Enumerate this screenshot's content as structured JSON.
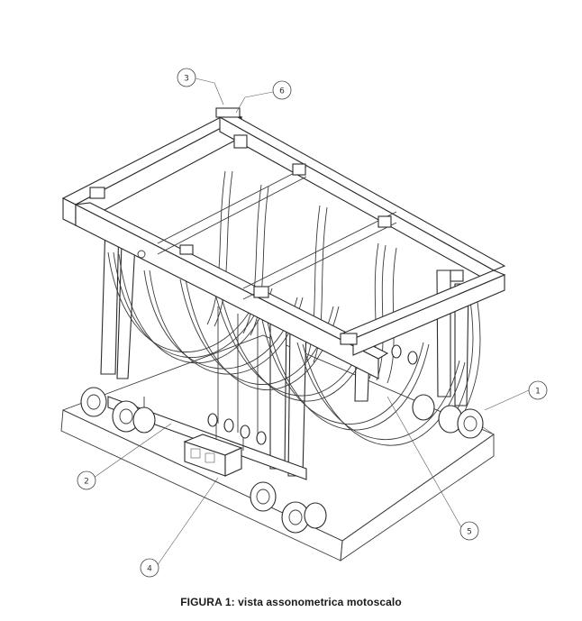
{
  "figure": {
    "caption": "FIGURA 1: vista assonometrica motoscalo",
    "callouts": [
      {
        "id": "1"
      },
      {
        "id": "2"
      },
      {
        "id": "3"
      },
      {
        "id": "4"
      },
      {
        "id": "5"
      },
      {
        "id": "6"
      }
    ]
  }
}
